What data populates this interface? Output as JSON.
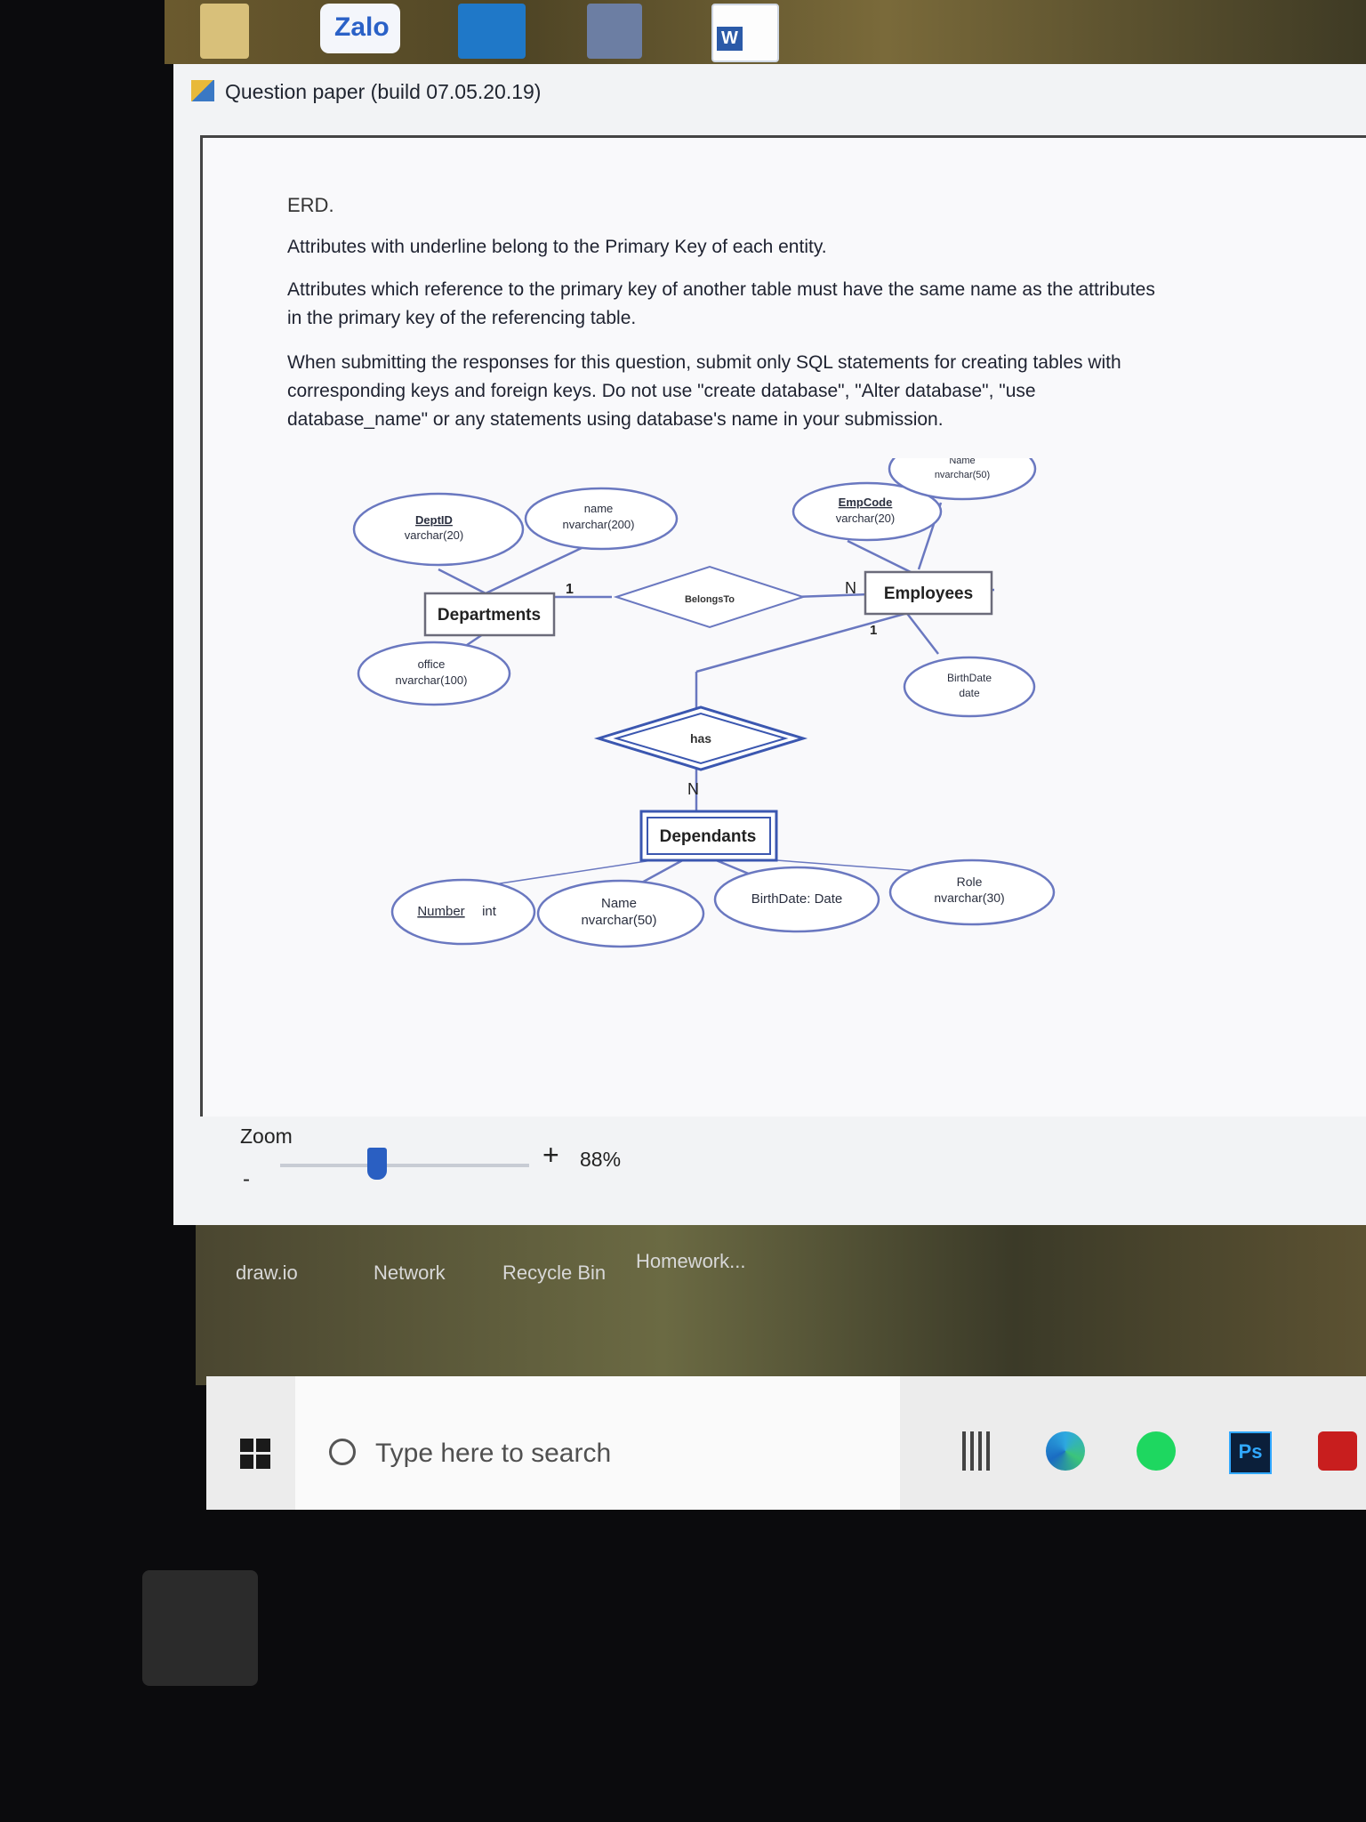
{
  "desktop": {
    "top_icons": {
      "zalo_label": "Zalo",
      "word_label": "W"
    },
    "bottom_labels": [
      "draw.io",
      "Network",
      "Recycle Bin",
      "Homework..."
    ]
  },
  "window": {
    "title": "Question paper (build 07.05.20.19)",
    "heading": "ERD.",
    "paragraphs": [
      "Attributes with underline belong to the Primary Key of each entity.",
      "Attributes which reference to the primary key of another table must have the same name as the attributes in the primary key of the referencing table.",
      "When submitting the responses for this question, submit only SQL statements for creating tables with corresponding keys and foreign keys. Do not use \"create database\", \"Alter database\", \"use database_name\" or any statements using database's name in your submission."
    ],
    "zoom": {
      "label": "Zoom",
      "minus": "-",
      "plus": "+",
      "value": "88%",
      "level_percent": 88
    }
  },
  "erd": {
    "entities": {
      "departments": "Departments",
      "employees": "Employees",
      "dependants": "Dependants"
    },
    "relationships": {
      "belongs_to": "BelongsTo",
      "has": "has"
    },
    "cardinalities": {
      "dept_belongs": "1",
      "emp_belongs": "N",
      "emp_has": "1",
      "has_dep": "N"
    },
    "attributes": {
      "dept_id": {
        "name": "DeptID",
        "type": "varchar(20)"
      },
      "dept_name": {
        "name": "name",
        "type": "nvarchar(200)"
      },
      "dept_office": {
        "name": "office",
        "type": "nvarchar(100)"
      },
      "emp_code": {
        "name": "EmpCode",
        "type": "varchar(20)"
      },
      "emp_name": {
        "name": "Name",
        "type": "nvarchar(50)"
      },
      "emp_birthdate": {
        "name": "BirthDate",
        "type": "date"
      },
      "dep_number": {
        "name": "Number",
        "type": "int"
      },
      "dep_name": {
        "name": "Name",
        "type": "nvarchar(50)"
      },
      "dep_birthdate": {
        "text": "BirthDate: Date"
      },
      "dep_role": {
        "name": "Role",
        "type": "nvarchar(30)"
      }
    }
  },
  "taskbar": {
    "search_placeholder": "Type here to search",
    "ps_label": "Ps"
  }
}
